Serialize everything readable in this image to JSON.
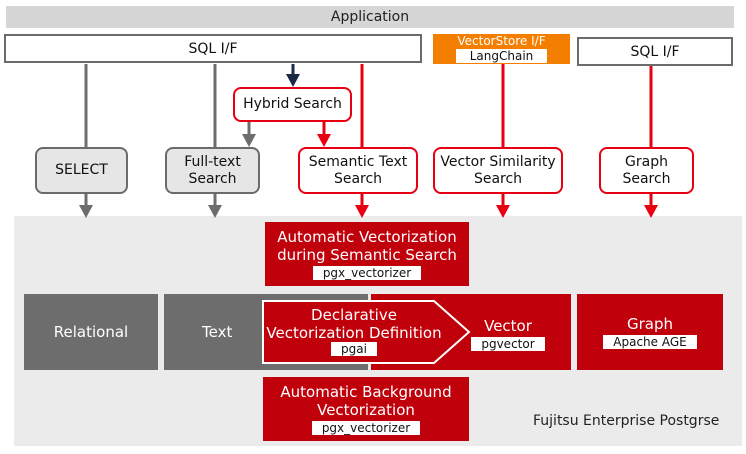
{
  "application": {
    "label": "Application"
  },
  "interfaces": {
    "sql_left": {
      "label": "SQL I/F"
    },
    "vectorstore": {
      "label": "VectorStore I/F",
      "sub": "LangChain"
    },
    "sql_right": {
      "label": "SQL I/F"
    }
  },
  "methods": {
    "hybrid": {
      "label": "Hybrid Search"
    },
    "select": {
      "label": "SELECT"
    },
    "fulltext": {
      "line1": "Full-text",
      "line2": "Search"
    },
    "semantic": {
      "line1": "Semantic Text",
      "line2": "Search"
    },
    "vector_similarity": {
      "line1": "Vector Similarity",
      "line2": "Search"
    },
    "graph": {
      "line1": "Graph",
      "line2": "Search"
    }
  },
  "database": {
    "auto_semantic": {
      "line1": "Automatic Vectorization",
      "line2": "during Semantic Search",
      "tag": "pgx_vectorizer"
    },
    "relational": {
      "label": "Relational"
    },
    "text": {
      "label": "Text"
    },
    "declarative": {
      "line1": "Declarative",
      "line2": "Vectorization Definition",
      "tag": "pgai"
    },
    "vector": {
      "label": "Vector",
      "tag": "pgvector"
    },
    "graph": {
      "label": "Graph",
      "tag": "Apache AGE"
    },
    "auto_background": {
      "line1": "Automatic Background",
      "line2": "Vectorization",
      "tag": "pgx_vectorizer"
    },
    "product_label": "Fujitsu Enterprise Postgrse"
  },
  "colors": {
    "red": "#e60012",
    "dark_red": "#c0000b",
    "gray": "#6d6d6d",
    "orange": "#f47e00",
    "navy": "#1b2a44"
  }
}
